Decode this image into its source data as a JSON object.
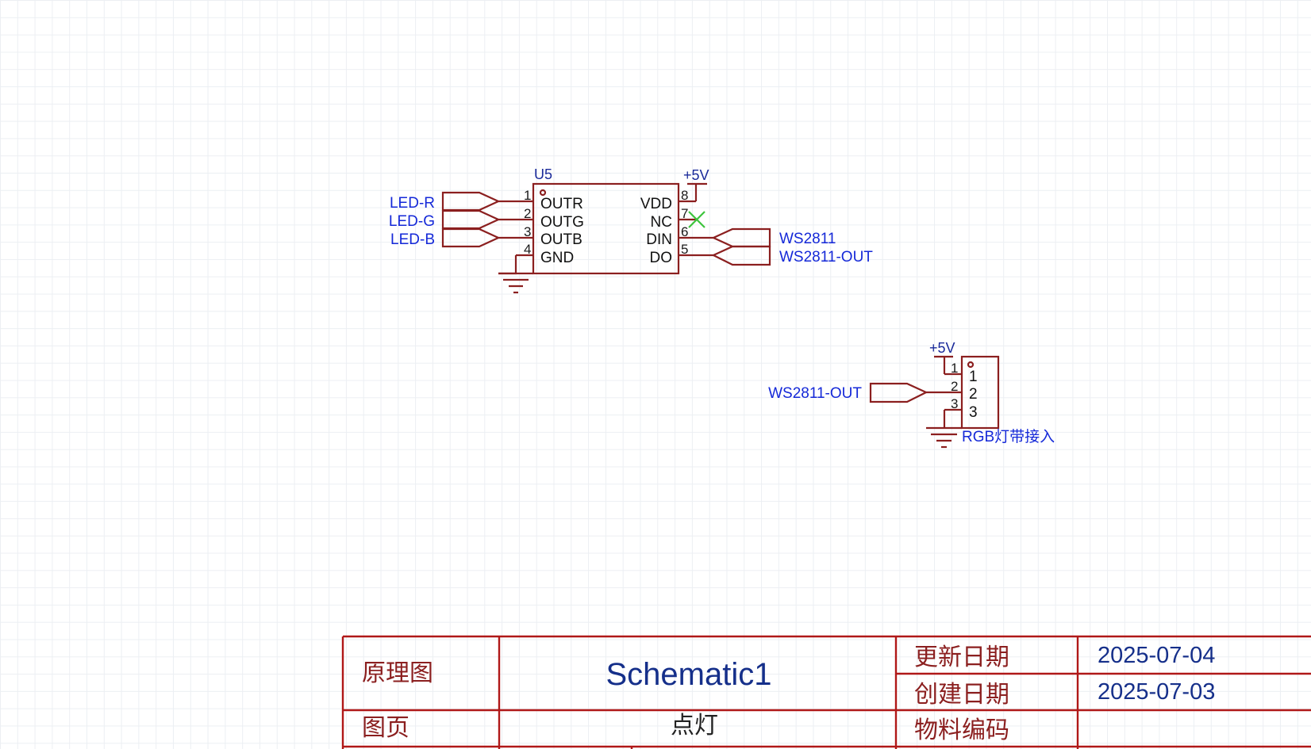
{
  "u5": {
    "designator": "U5",
    "pins_left": [
      {
        "num": "1",
        "name": "OUTR"
      },
      {
        "num": "2",
        "name": "OUTG"
      },
      {
        "num": "3",
        "name": "OUTB"
      },
      {
        "num": "4",
        "name": "GND"
      }
    ],
    "pins_right": [
      {
        "num": "8",
        "name": "VDD"
      },
      {
        "num": "7",
        "name": "NC"
      },
      {
        "num": "6",
        "name": "DIN"
      },
      {
        "num": "5",
        "name": "DO"
      }
    ],
    "power_label": "+5V"
  },
  "u5_nets_left": [
    "LED-R",
    "LED-G",
    "LED-B"
  ],
  "u5_nets_right": [
    "WS2811",
    "WS2811-OUT"
  ],
  "connector": {
    "power_label": "+5V",
    "net_in": "WS2811-OUT",
    "pin_nums": [
      "1",
      "2",
      "3"
    ],
    "pin_names": [
      "1",
      "2",
      "3"
    ],
    "name": "RGB灯带接入"
  },
  "title_block": {
    "cell_schematic_label": "原理图",
    "title": "Schematic1",
    "update_date_label": "更新日期",
    "update_date": "2025-07-04",
    "create_date_label": "创建日期",
    "create_date": "2025-07-03",
    "page_label": "图页",
    "page_name": "点灯",
    "part_code_label": "物料编码",
    "part_code": ""
  },
  "colors": {
    "wire": "#8b1f1f",
    "net_label": "#1428d8",
    "title_border": "#b01818",
    "no_connect": "#3cc43c"
  }
}
